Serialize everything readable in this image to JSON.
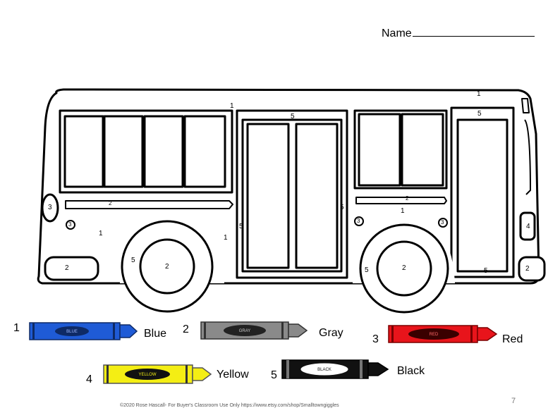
{
  "header": {
    "name_label": "Name"
  },
  "bus_numbers": {
    "roof": "1",
    "upper_body": "1",
    "front_door_top": "5",
    "front_door_left": "5",
    "front_door_right": "5",
    "rear_door_top": "5",
    "rear_door_bottom": "5",
    "rear_wheel_arch": "5",
    "front_wheel_arch": "5",
    "stripe_left": "2",
    "stripe_right": "2",
    "headlight_left": "3",
    "small_light_1": "3",
    "small_light_2": "3",
    "small_light_3": "3",
    "taillight": "4",
    "bumper_left": "2",
    "bumper_right": "2",
    "wheel_left": "2",
    "wheel_right": "2",
    "body_lower_left": "1",
    "body_lower_mid": "1",
    "body_right": "1"
  },
  "legend": [
    {
      "number": "1",
      "word": "Blue",
      "crayon_label": "BLUE",
      "color": "#1f5bd6"
    },
    {
      "number": "2",
      "word": "Gray",
      "crayon_label": "GRAY",
      "color": "#8a8a8a"
    },
    {
      "number": "3",
      "word": "Red",
      "crayon_label": "RED",
      "color": "#e8141b"
    },
    {
      "number": "4",
      "word": "Yellow",
      "crayon_label": "YELLOW",
      "color": "#f4ee14"
    },
    {
      "number": "5",
      "word": "Black",
      "crayon_label": "BLACK",
      "color": "#111111"
    }
  ],
  "footer": {
    "copyright": "©2020 Rose Hascall- For Buyer's Classroom Use Only https://www.etsy.com/shop/Smalltowngiggles",
    "page_number": "7"
  }
}
